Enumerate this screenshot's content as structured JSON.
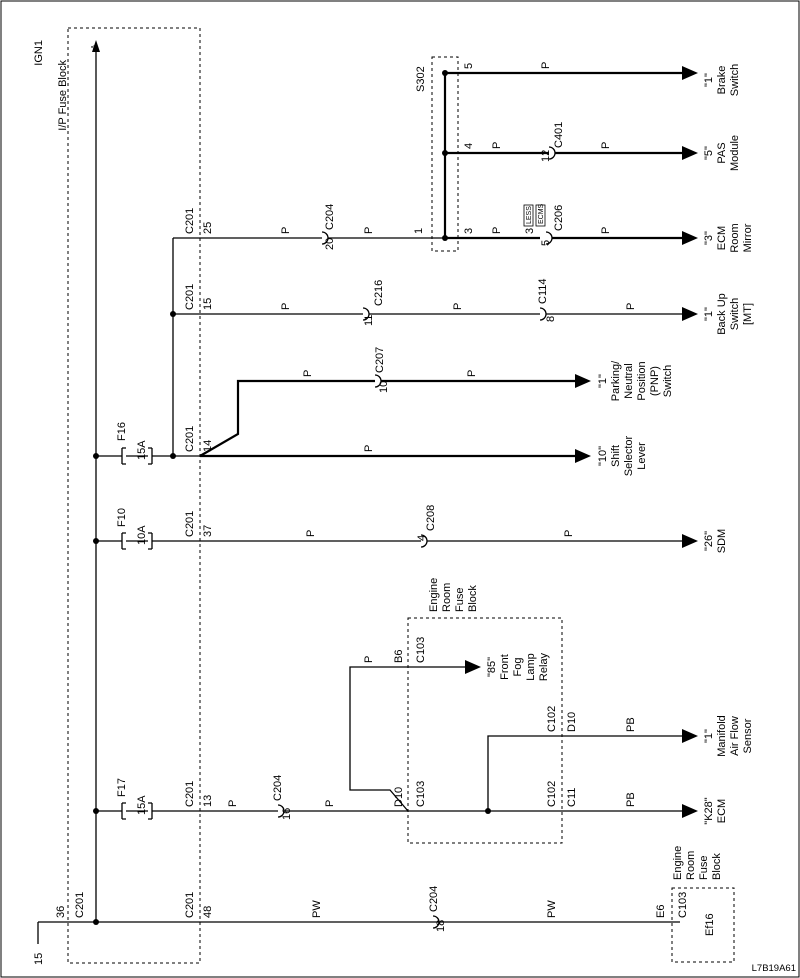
{
  "left_bus": {
    "label_top": "IGN1",
    "label_bottom": "15",
    "block_label": "I/P Fuse Block",
    "pin": "36",
    "conn": "C201",
    "marker": "A"
  },
  "fuses": [
    {
      "id": "F16",
      "rating": "15A"
    },
    {
      "id": "F10",
      "rating": "10A"
    },
    {
      "id": "F17",
      "rating": "15A"
    }
  ],
  "splice": "S302",
  "rows": {
    "brake": {
      "pin": "5",
      "color": "P",
      "dest": [
        "\"1\"",
        "Brake",
        "Switch"
      ]
    },
    "pas": {
      "pin": "4",
      "color1": "P",
      "conn_pin": "12",
      "conn": "C401",
      "color2": "P",
      "dest": [
        "\"5\"",
        "PAS",
        "Module"
      ]
    },
    "ecm_room": {
      "conn": "C201",
      "pin": "25",
      "color1": "P",
      "conn2_pin": "20",
      "conn2": "C204",
      "color2": "P",
      "spl_in": "1",
      "spl_out": "3",
      "color3": "P",
      "c206_in": "3",
      "c206_out": "5",
      "c206": "C206",
      "tag1": "LESS",
      "tag2": "ECMS",
      "color4": "P",
      "dest": [
        "\"3\"",
        "ECM",
        "Room",
        "Mirror"
      ]
    },
    "backup": {
      "conn": "C201",
      "pin": "15",
      "color1": "P",
      "c216_pin": "11",
      "c216": "C216",
      "color2": "P",
      "c114_pin": "8",
      "c114": "C114",
      "color3": "P",
      "dest": [
        "\"1\"",
        "Back Up",
        "Switch",
        "[MT]"
      ]
    },
    "pnp": {
      "color1": "P",
      "c207_pin": "10",
      "c207": "C207",
      "color2": "P",
      "dest": [
        "\"1\"",
        "Parking/",
        "Neutral",
        "Position",
        "(PNP)",
        "Switch"
      ]
    },
    "shift": {
      "conn": "C201",
      "pin": "14",
      "color": "P",
      "dest": [
        "\"10\"",
        "Shift",
        "Selector",
        "Lever"
      ]
    },
    "sdm": {
      "conn": "C201",
      "pin": "37",
      "color1": "P",
      "c208_pin": "4",
      "c208": "C208",
      "color2": "P",
      "dest": [
        "\"26\"",
        "SDM"
      ]
    },
    "fog": {
      "color": "P",
      "pin": "B6",
      "conn": "C103",
      "dest": [
        "\"85\"",
        "Front",
        "Fog",
        "Lamp",
        "Relay"
      ]
    },
    "maf": {
      "conn": "C102",
      "pin": "D10",
      "color": "PB",
      "dest": [
        "\"1\"",
        "Manifold",
        "Air Flow",
        "Sensor"
      ]
    },
    "ecm": {
      "conn": "C201",
      "pin": "13",
      "color1": "P",
      "c204_pin": "16",
      "c204": "C204",
      "color2": "P",
      "in_pin": "D10",
      "in_conn": "C103",
      "out_conn": "C102",
      "out_pin": "C11",
      "color3": "PB",
      "dest": [
        "\"K28\"",
        "ECM"
      ]
    },
    "bottom": {
      "conn": "C201",
      "pin": "48",
      "color1": "PW",
      "c204_pin": "18",
      "c204": "C204",
      "color2": "PW",
      "pin_e": "E6",
      "conn_e": "C103",
      "fuse": "Ef16"
    }
  },
  "engine_fuse_block_label": [
    "Engine",
    "Room",
    "Fuse",
    "Block"
  ],
  "engine_fuse_block_label2": [
    "Engine",
    "Room",
    "Fuse",
    "Block"
  ],
  "figure_id": "L7B19A61"
}
